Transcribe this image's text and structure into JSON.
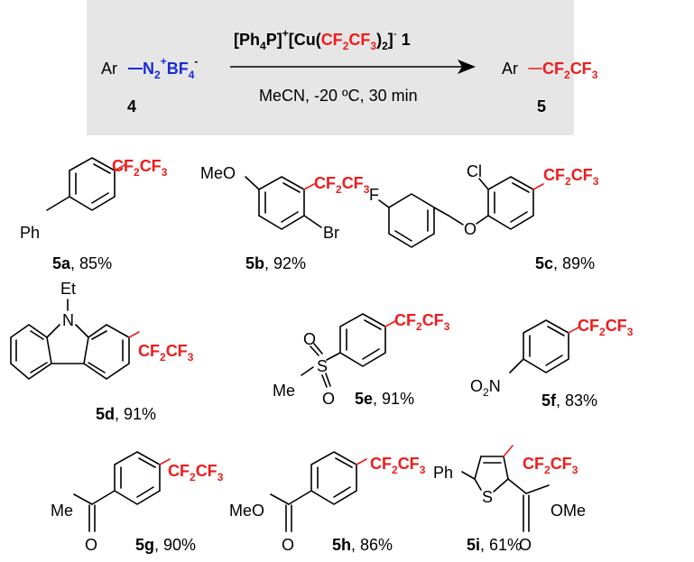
{
  "reaction": {
    "reactant": {
      "ar": "Ar",
      "n2": "N",
      "n2_sub": "2",
      "n2_sup": "+",
      "bf": "BF",
      "bf_sub": "4",
      "bf_sup": "-",
      "label": "4"
    },
    "reagent": {
      "open": "[Ph",
      "ph_sub": "4",
      "p_close": "P]",
      "plus": "+",
      "cu_open": "[Cu(",
      "cf2": "CF",
      "sub2": "2",
      "cf3": "CF",
      "sub3": "3",
      "cu_close": ")",
      "close_sub": "2",
      "close": "]",
      "minus": "-",
      "num": " 1"
    },
    "conditions": "MeCN, -20 ºC, 30 min",
    "product": {
      "ar": "Ar",
      "cf2": "CF",
      "sub2": "2",
      "cf3": "CF",
      "sub3": "3",
      "label": "5"
    }
  },
  "substituent": {
    "cf2": "CF",
    "sub2": "2",
    "cf3": "CF",
    "sub3": "3"
  },
  "atoms": {
    "ph": "Ph",
    "meo": "MeO",
    "br": "Br",
    "cl": "Cl",
    "f": "F",
    "o": "O",
    "et": "Et",
    "n": "N",
    "me": "Me",
    "s": "S",
    "ome": "OMe",
    "o2n_o": "O",
    "o2n_sub": "2",
    "o2n_n": "N"
  },
  "compounds": [
    {
      "id": "5a",
      "yield": "85%"
    },
    {
      "id": "5b",
      "yield": "92%"
    },
    {
      "id": "5c",
      "yield": "89%"
    },
    {
      "id": "5d",
      "yield": "91%"
    },
    {
      "id": "5e",
      "yield": "91%"
    },
    {
      "id": "5f",
      "yield": "83%"
    },
    {
      "id": "5g",
      "yield": "90%"
    },
    {
      "id": "5h",
      "yield": "86%"
    },
    {
      "id": "5i",
      "yield": "61%"
    }
  ],
  "yield_separator": ", ",
  "colors": {
    "cf_red": "#ee1c1c",
    "diazonium_blue": "#1a2bd8",
    "box_fill": "#e6e6e6"
  }
}
